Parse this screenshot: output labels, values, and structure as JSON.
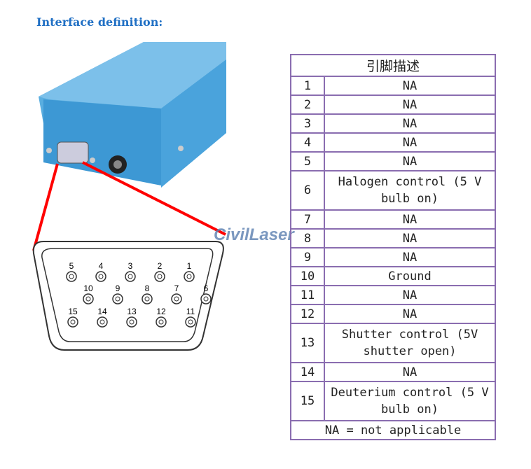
{
  "title": "Interface definition:",
  "watermark": "CivilLaser",
  "table": {
    "header": "引脚描述",
    "rows": [
      {
        "pin": "1",
        "desc": "NA"
      },
      {
        "pin": "2",
        "desc": "NA"
      },
      {
        "pin": "3",
        "desc": "NA"
      },
      {
        "pin": "4",
        "desc": "NA"
      },
      {
        "pin": "5",
        "desc": "NA"
      },
      {
        "pin": "6",
        "desc": "Halogen control (5 V bulb on)"
      },
      {
        "pin": "7",
        "desc": "NA"
      },
      {
        "pin": "8",
        "desc": "NA"
      },
      {
        "pin": "9",
        "desc": "NA"
      },
      {
        "pin": "10",
        "desc": "Ground"
      },
      {
        "pin": "11",
        "desc": "NA"
      },
      {
        "pin": "12",
        "desc": "NA"
      },
      {
        "pin": "13",
        "desc": "Shutter control (5V shutter open)"
      },
      {
        "pin": "14",
        "desc": "NA"
      },
      {
        "pin": "15",
        "desc": "Deuterium control (5 V bulb on)"
      }
    ],
    "footer": "NA = not applicable"
  },
  "pins": {
    "row1": [
      "5",
      "4",
      "3",
      "2",
      "1"
    ],
    "row2": [
      "10",
      "9",
      "8",
      "7",
      "6"
    ],
    "row3": [
      "15",
      "14",
      "13",
      "12",
      "11"
    ]
  }
}
